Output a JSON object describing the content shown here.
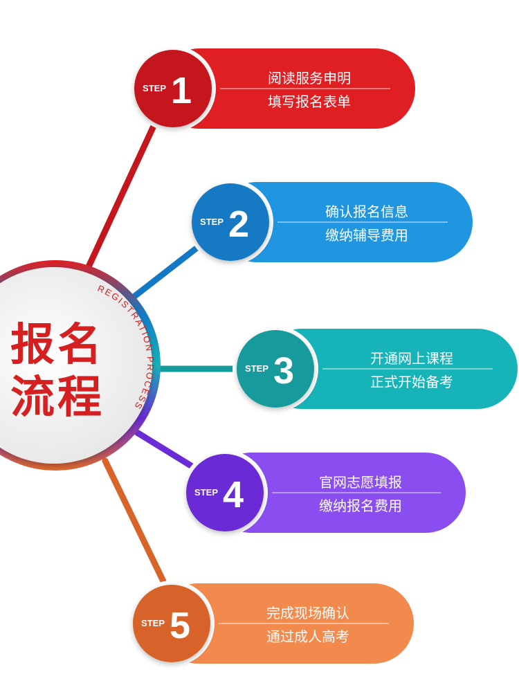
{
  "hub": {
    "title_line1": "报名",
    "title_line2": "流程",
    "subtitle_en": "REGISTRATION PROCESS"
  },
  "steps": [
    {
      "label": "STEP",
      "number": "1",
      "line1": "阅读服务申明",
      "line2": "填写报名表单",
      "color_dark": "#c4161c",
      "color_light": "#e01f23"
    },
    {
      "label": "STEP",
      "number": "2",
      "line1": "确认报名信息",
      "line2": "缴纳辅导费用",
      "color_dark": "#1479c4",
      "color_light": "#2196e0"
    },
    {
      "label": "STEP",
      "number": "3",
      "line1": "开通网上课程",
      "line2": "正式开始备考",
      "color_dark": "#139a9c",
      "color_light": "#16b3b8"
    },
    {
      "label": "STEP",
      "number": "4",
      "line1": "官网志愿填报",
      "line2": "缴纳报名费用",
      "color_dark": "#6b2bd6",
      "color_light": "#8a4ef0"
    },
    {
      "label": "STEP",
      "number": "5",
      "line1": "完成现场确认",
      "line2": "通过成人高考",
      "color_dark": "#d8642a",
      "color_light": "#f28a4e"
    }
  ]
}
